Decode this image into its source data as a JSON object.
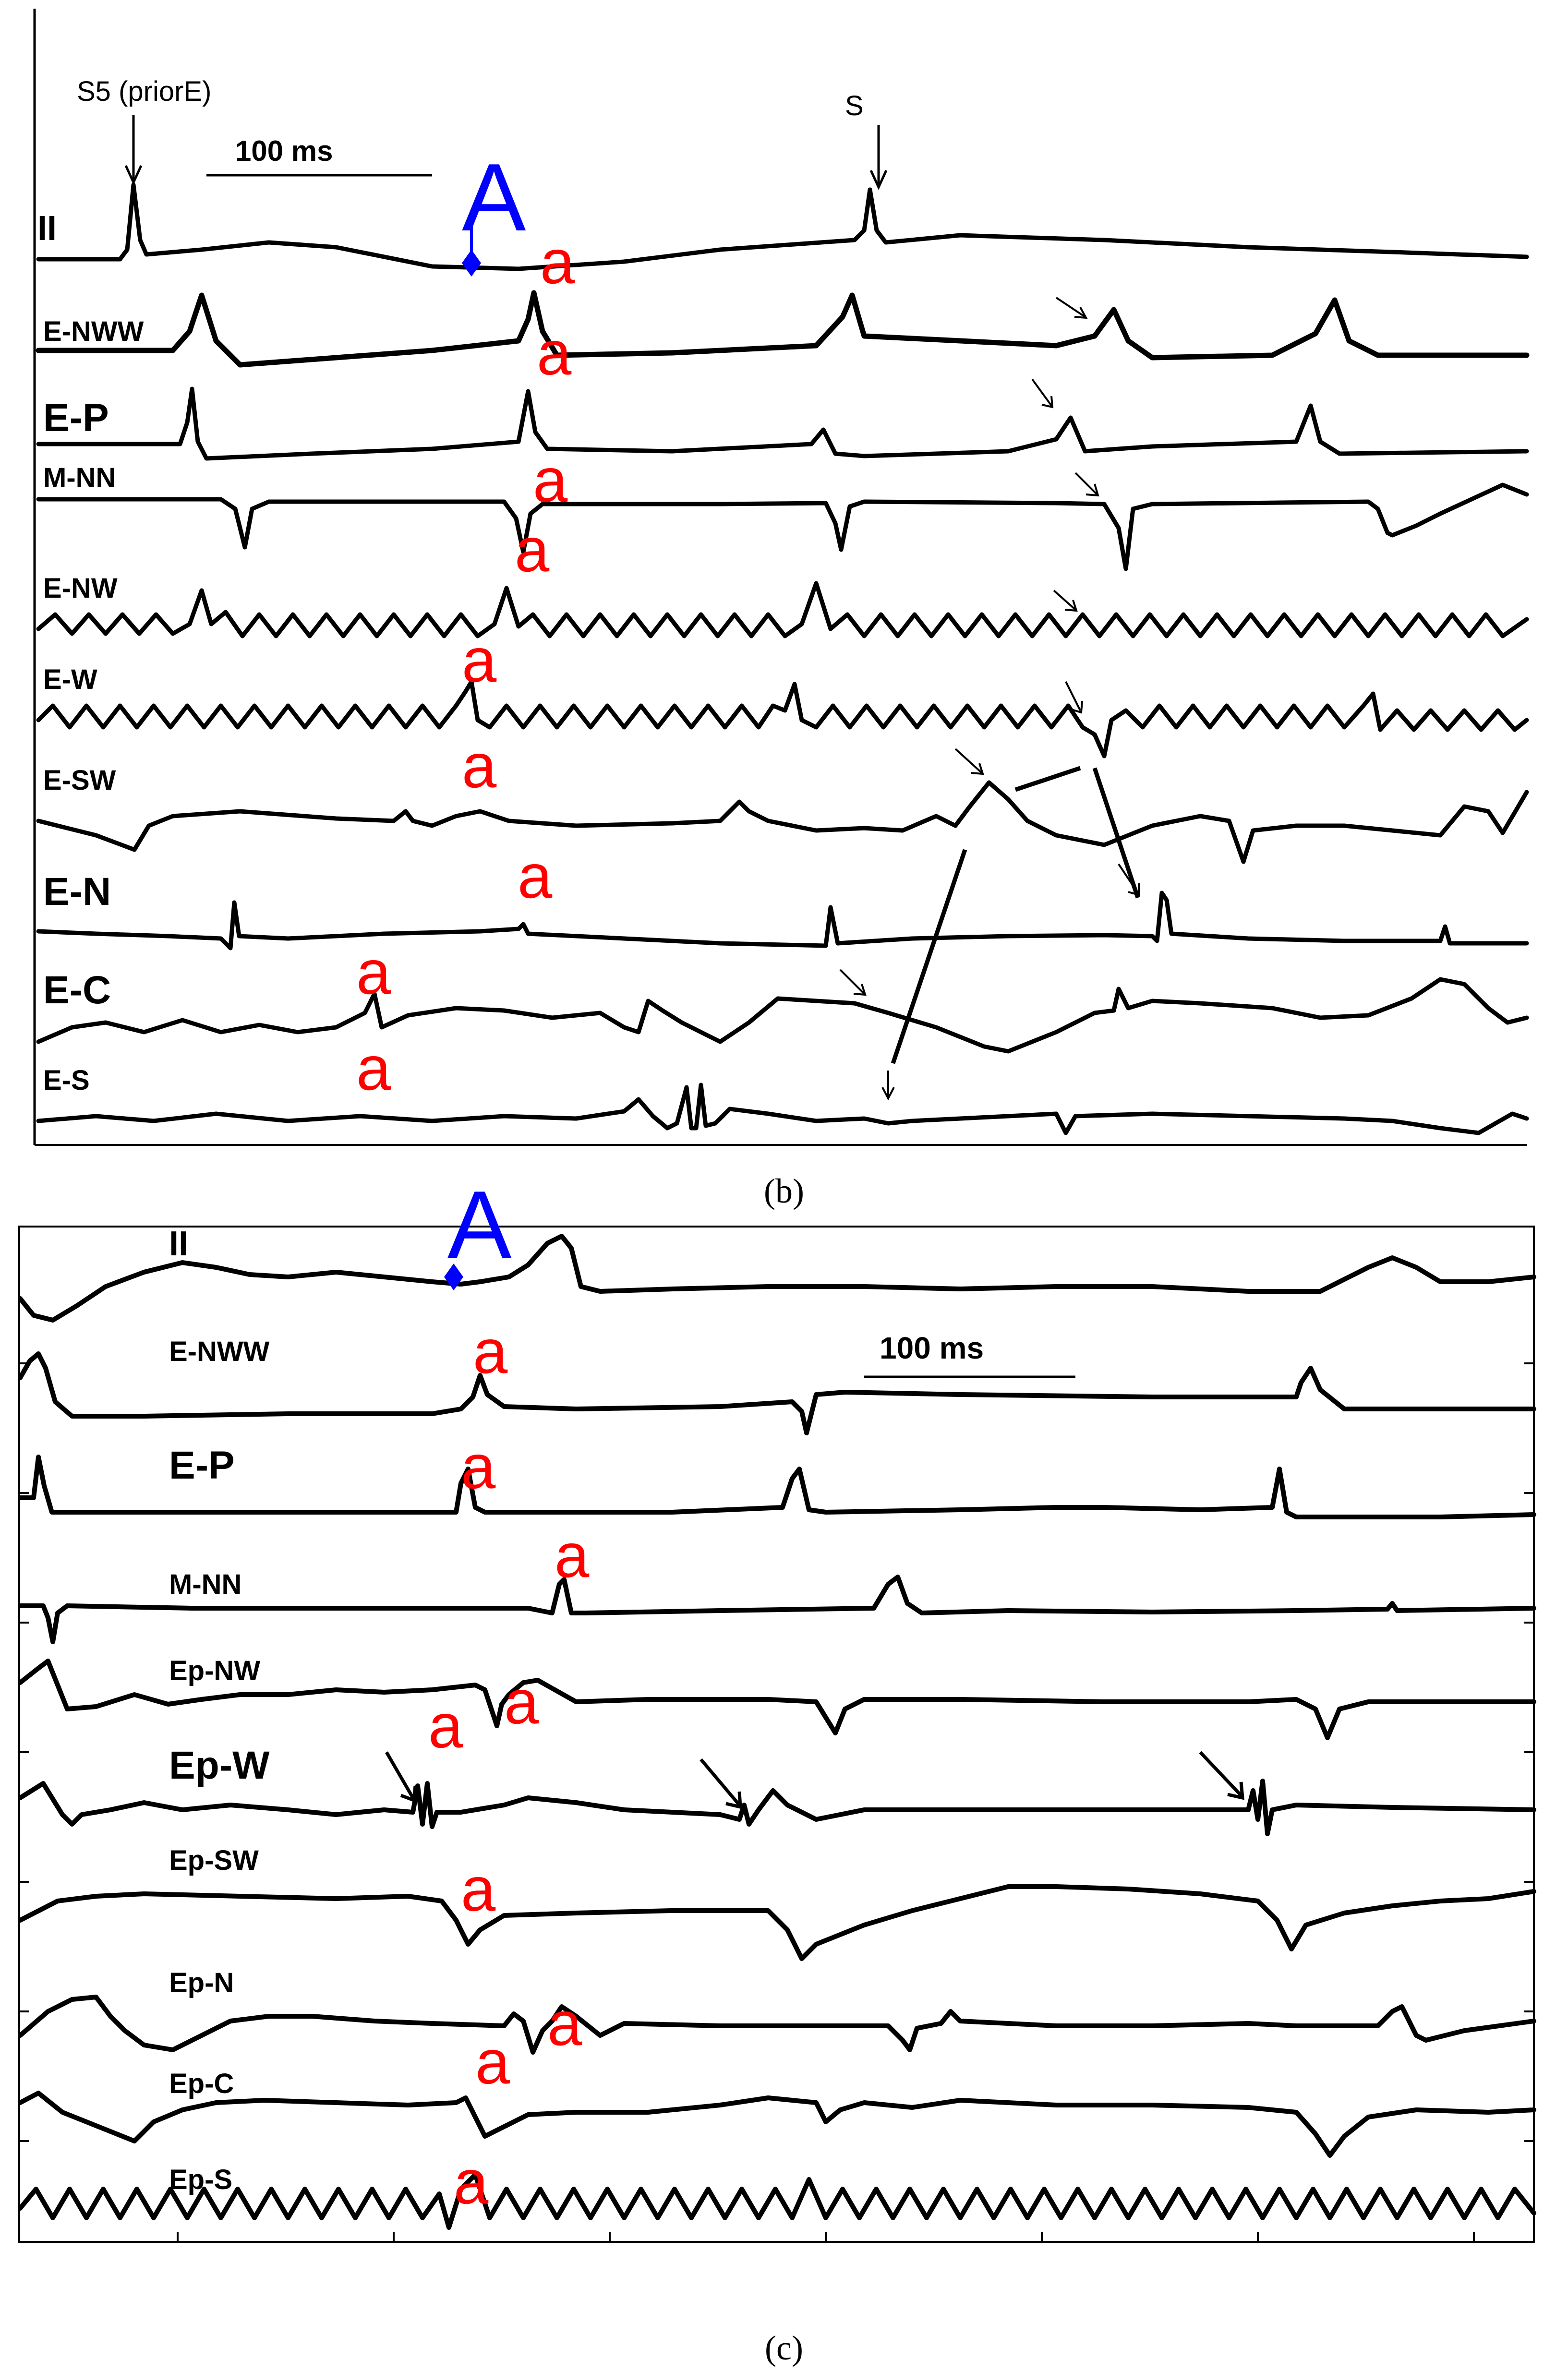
{
  "colors": {
    "trace": "#000000",
    "local_activation": "#ff0000",
    "atrial_activation": "#0000ff",
    "background": "#ffffff"
  },
  "panel_b": {
    "caption": "(b)",
    "scale_bar": "100 ms",
    "annotations": {
      "s5": "S5 (priorE)",
      "s": "S"
    },
    "atrial_mark": "A",
    "local_mark": "a",
    "leads": [
      "II",
      "E-NWW",
      "E-P",
      "M-NN",
      "E-NW",
      "E-W",
      "E-SW",
      "E-N",
      "E-C",
      "E-S"
    ]
  },
  "panel_c": {
    "caption": "(c)",
    "scale_bar": "100 ms",
    "atrial_mark": "A",
    "local_mark": "a",
    "leads": [
      "II",
      "E-NWW",
      "E-P",
      "M-NN",
      "Ep-NW",
      "Ep-W",
      "Ep-SW",
      "Ep-N",
      "Ep-C",
      "Ep-S"
    ]
  }
}
